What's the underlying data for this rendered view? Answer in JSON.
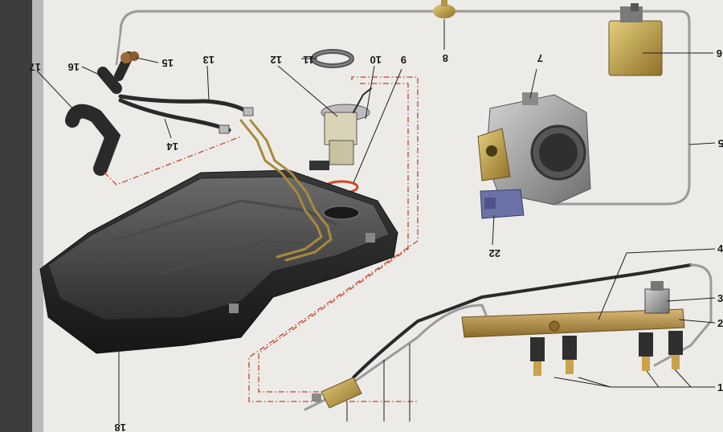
{
  "callouts": [
    "1",
    "2",
    "3",
    "4",
    "5",
    "6",
    "7",
    "8",
    "9",
    "10",
    "11",
    "12",
    "13",
    "14",
    "15",
    "16",
    "17",
    "18",
    "22"
  ]
}
